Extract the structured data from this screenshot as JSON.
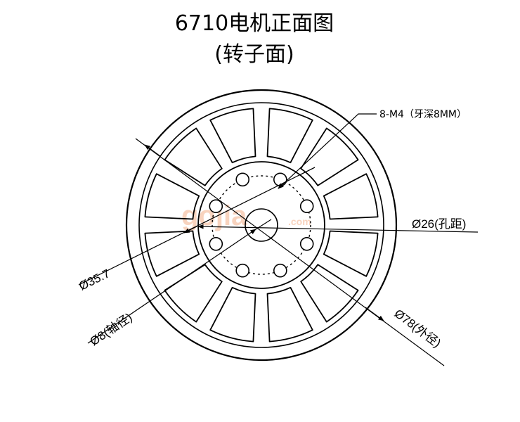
{
  "title": "6710电机正面图",
  "subtitle": "(转子面)",
  "labels": {
    "thread": "8-M4（牙深8MM）",
    "hole_pitch": "Ø26(孔距)",
    "inner_dia": "Ø35.7",
    "shaft": "Ø8(轴径)",
    "outer": "Ø78(外径)"
  },
  "watermark": {
    "text": "gojia",
    "sub": ".com",
    "color": "#f4b08a"
  }
}
